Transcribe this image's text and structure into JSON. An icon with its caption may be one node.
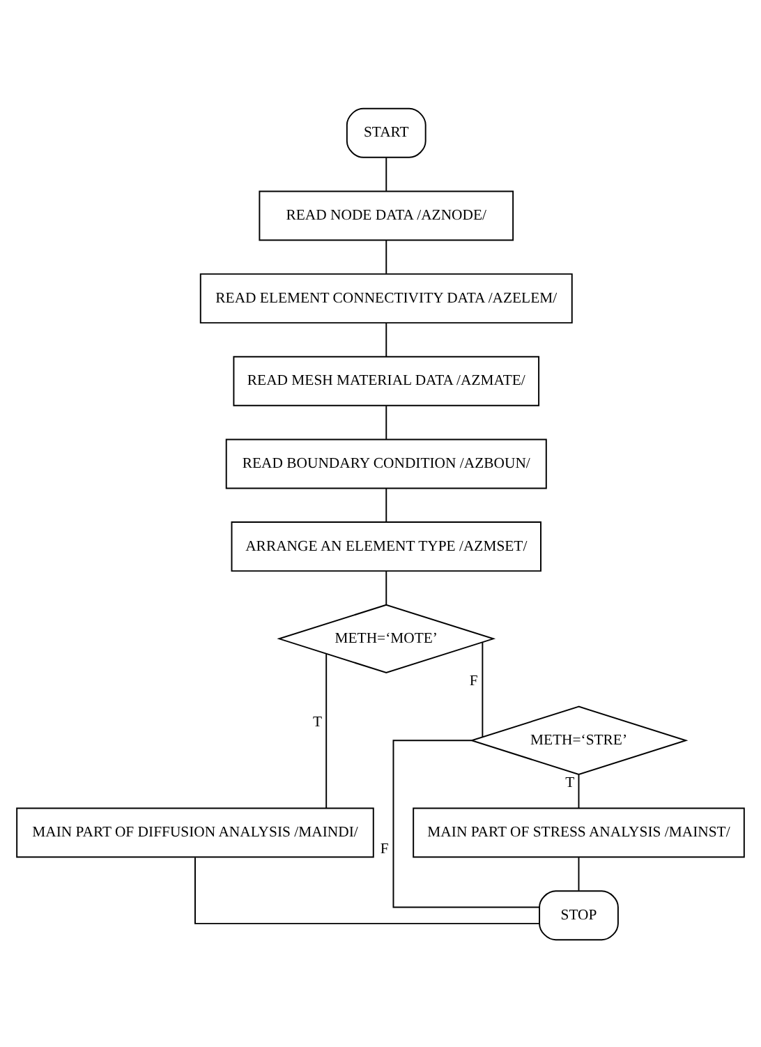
{
  "diagram": {
    "nodes": [
      {
        "text": [
          "START"
        ]
      },
      {
        "text": [
          "READ NODE DATA /AZNODE/"
        ]
      },
      {
        "text": [
          "READ ELEMENT CONNECTIVITY DATA /AZELEM/"
        ]
      },
      {
        "text": [
          "READ MESH MATERIAL DATA /AZMATE/"
        ]
      },
      {
        "text": [
          "READ BOUNDARY CONDITION /AZBOUN/"
        ]
      },
      {
        "text": [
          "ARRANGE AN ELEMENT TYPE /AZMSET/"
        ]
      },
      {
        "text": [
          "METH=‘MOTE’"
        ]
      },
      {
        "text": [
          "MAIN PART OF DIFFUSION ANALYSIS /MAINDI/"
        ]
      },
      {
        "text": [
          "METH=‘STRE’"
        ]
      },
      {
        "text": [
          "MAIN PART OF STRESS ANALYSIS /MAINST/"
        ]
      },
      {
        "text": [
          "STOP"
        ]
      }
    ],
    "edges": [
      {
        "from": 0,
        "to": 1,
        "arrow": "none"
      },
      {
        "from": 1,
        "to": 2,
        "arrow": "none"
      },
      {
        "from": 2,
        "to": 3,
        "arrow": "none"
      },
      {
        "from": 3,
        "to": 4,
        "arrow": "none"
      },
      {
        "from": 4,
        "to": 5,
        "arrow": "none"
      },
      {
        "from": 5,
        "to": 6,
        "arrow": "none"
      },
      {
        "from": 6,
        "to": 7,
        "label": "T",
        "arrow": "none"
      },
      {
        "from": 6,
        "to": 8,
        "label": "F",
        "arrow": "none"
      },
      {
        "from": 8,
        "to": 9,
        "label": "T",
        "arrow": "none"
      },
      {
        "from": 7,
        "to": 10,
        "arrow": "none"
      },
      {
        "from": 9,
        "to": 10,
        "arrow": "none"
      },
      {
        "from": 8,
        "to": 10,
        "label": "F",
        "arrow": "none"
      }
    ]
  }
}
